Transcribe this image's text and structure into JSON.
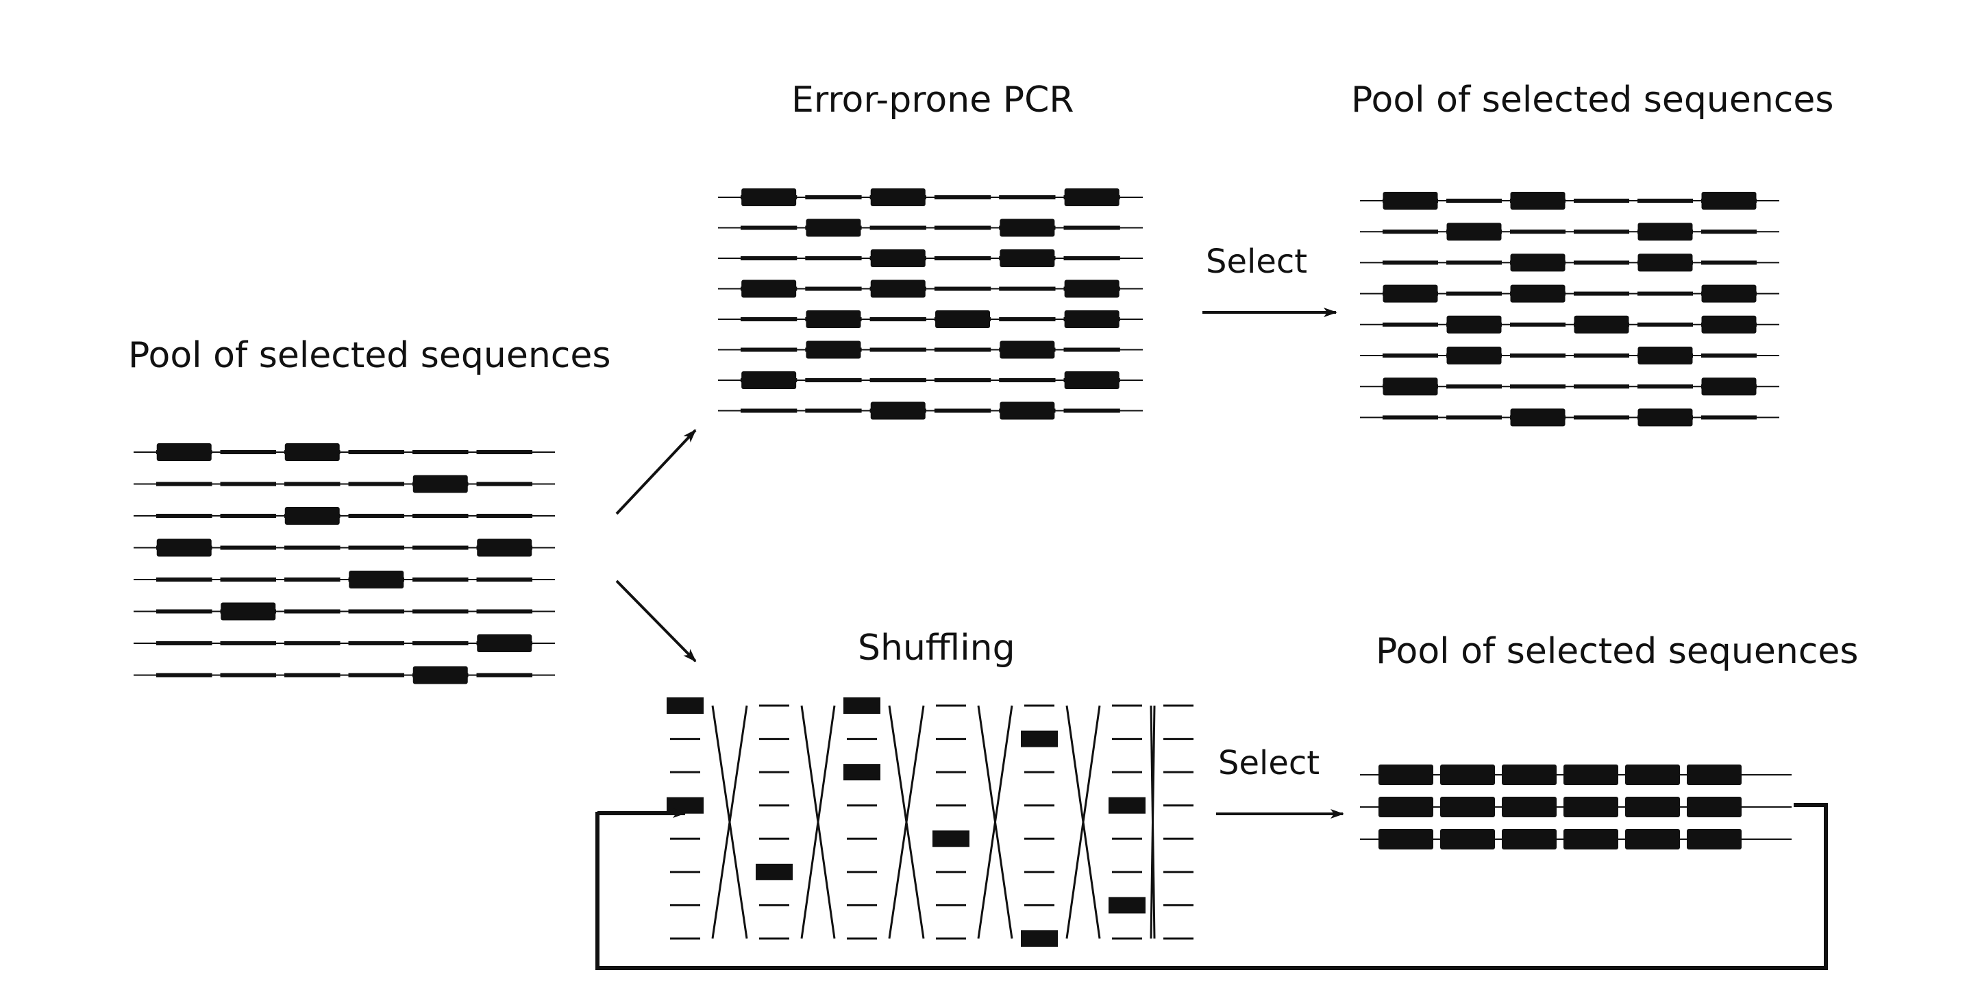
{
  "labels": {
    "pool_left": "Pool of selected sequences",
    "error_prone": "Error-prone PCR",
    "pool_top_right": "Pool of selected sequences",
    "shuffling": "Shuffling",
    "pool_bottom_right": "Pool of selected sequences",
    "select_top": "Select",
    "select_bottom": "Select"
  },
  "colors": {
    "ink": "#111111",
    "background": "#ffffff"
  },
  "pools": {
    "left": {
      "rows": [
        [
          1,
          3
        ],
        [
          5
        ],
        [
          3
        ],
        [
          1,
          6
        ],
        [
          4
        ],
        [
          2
        ],
        [
          6
        ],
        [
          5
        ]
      ]
    },
    "error_prone": {
      "rows": [
        [
          1,
          3,
          6
        ],
        [
          2,
          5
        ],
        [
          3,
          5
        ],
        [
          1,
          3,
          6
        ],
        [
          2,
          4,
          6
        ],
        [
          2,
          5
        ],
        [
          1,
          6
        ],
        [
          3,
          5
        ]
      ]
    },
    "top_right": {
      "rows": [
        [
          1,
          3,
          6
        ],
        [
          2,
          5
        ],
        [
          3,
          5
        ],
        [
          1,
          3,
          6
        ],
        [
          2,
          4,
          6
        ],
        [
          2,
          5
        ],
        [
          1,
          6
        ],
        [
          3,
          5
        ]
      ]
    },
    "bottom_right": {
      "rows": [
        [
          1,
          2,
          3,
          4,
          5,
          6
        ],
        [
          1,
          2,
          3,
          4,
          5,
          6
        ],
        [
          1,
          2,
          3,
          4,
          5,
          6
        ]
      ]
    }
  },
  "shuffling": {
    "columns": 7,
    "fragment_rows": 8,
    "marked": [
      [
        0,
        0
      ],
      [
        0,
        3
      ],
      [
        1,
        5
      ],
      [
        2,
        0
      ],
      [
        2,
        2
      ],
      [
        3,
        4
      ],
      [
        4,
        1
      ],
      [
        4,
        7
      ],
      [
        5,
        3
      ],
      [
        5,
        6
      ]
    ]
  }
}
